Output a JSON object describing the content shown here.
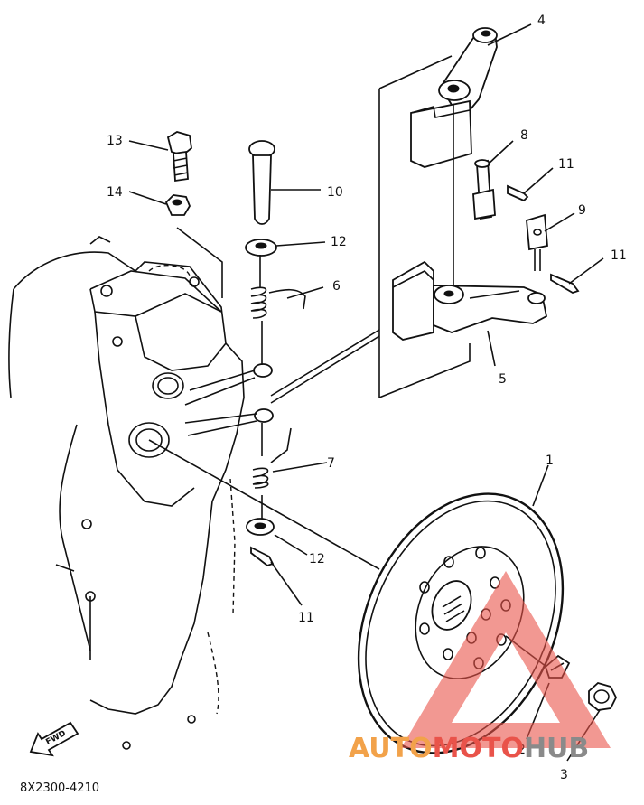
{
  "callouts": {
    "c1": "1",
    "c2": "2",
    "c3": "3",
    "c4": "4",
    "c5": "5",
    "c6": "6",
    "c7": "7",
    "c8": "8",
    "c9": "9",
    "c10": "10",
    "c11a": "11",
    "c11b": "11",
    "c11c": "11",
    "c12a": "12",
    "c12b": "12",
    "c13": "13",
    "c14": "14"
  },
  "diagram_code": "8X2300-4210",
  "fwd_label": "FWD",
  "watermark": {
    "part1": "AUTO",
    "part2": "MOTO",
    "part3": "HUB"
  },
  "colors": {
    "line": "#111111",
    "watermark_red": "#e9534a",
    "watermark_orange": "#f2a24a",
    "watermark_gray": "#8a8a8a"
  }
}
